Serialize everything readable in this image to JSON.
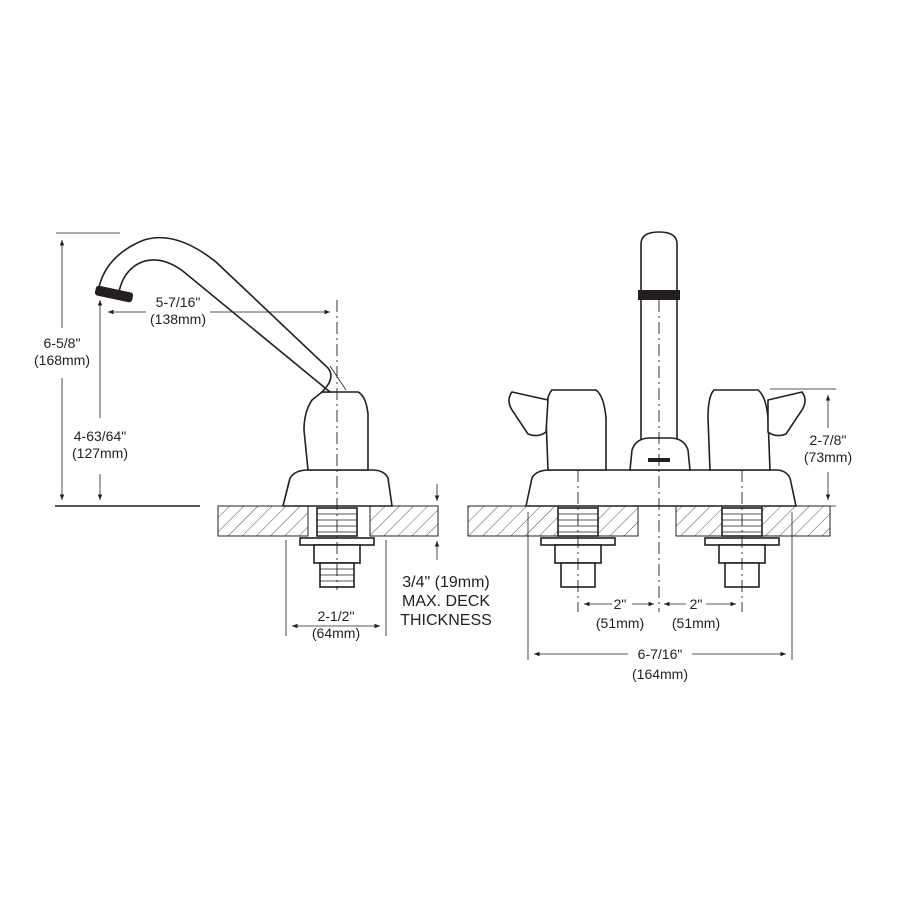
{
  "dimensions": {
    "side_height_total": {
      "inch": "6-5/8\"",
      "mm": "(168mm)"
    },
    "side_spout_height": {
      "inch": "4-63/64\"",
      "mm": "(127mm)"
    },
    "spout_reach": {
      "inch": "5-7/16\"",
      "mm": "(138mm)"
    },
    "base_width": {
      "inch": "2-1/2\"",
      "mm": "(64mm)"
    },
    "deck_thickness": {
      "line1": "3/4\" (19mm)",
      "line2": "MAX. DECK",
      "line3": "THICKNESS"
    },
    "handle_height": {
      "inch": "2-7/8\"",
      "mm": "(73mm)"
    },
    "center_left": {
      "inch": "2\"",
      "mm": "(51mm)"
    },
    "center_right": {
      "inch": "2\"",
      "mm": "(51mm)"
    },
    "overall_width": {
      "inch": "6-7/16\"",
      "mm": "(164mm)"
    }
  }
}
